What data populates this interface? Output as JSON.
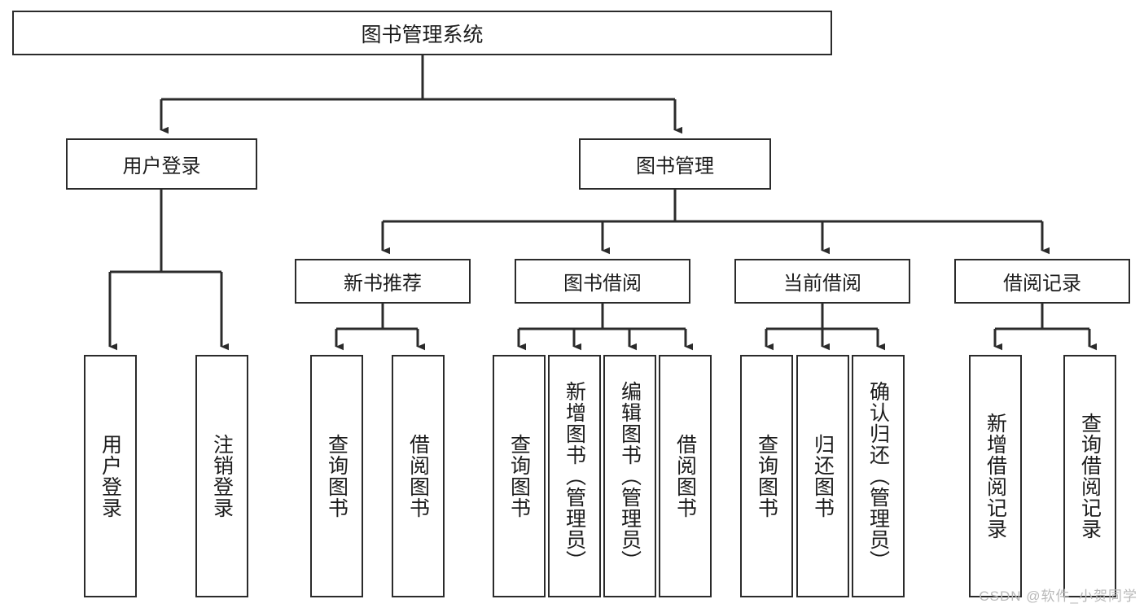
{
  "diagram": {
    "type": "tree-hierarchy-chart",
    "title": "图书管理系统",
    "watermark": "CSDN @软件_小贺同学",
    "colors": {
      "box_border": "#2b2b2b",
      "box_fill": "#ffffff",
      "edge": "#2b2b2b",
      "text": "#1c1c1c",
      "watermark": "#b9b9b9",
      "background": "#ffffff"
    },
    "root": {
      "label": "图书管理系统"
    },
    "level2": [
      {
        "label": "用户登录"
      },
      {
        "label": "图书管理"
      }
    ],
    "level3": [
      {
        "label": "新书推荐"
      },
      {
        "label": "图书借阅"
      },
      {
        "label": "当前借阅"
      },
      {
        "label": "借阅记录"
      }
    ],
    "leaves": {
      "user_login": [
        {
          "label": "用户登录"
        },
        {
          "label": "注销登录"
        }
      ],
      "new_book_recommend": [
        {
          "label": "查询图书"
        },
        {
          "label": "借阅图书"
        }
      ],
      "book_borrow": [
        {
          "label": "查询图书"
        },
        {
          "label": "新增图书（管理员）"
        },
        {
          "label": "编辑图书（管理员）"
        },
        {
          "label": "借阅图书"
        }
      ],
      "current_borrow": [
        {
          "label": "查询图书"
        },
        {
          "label": "归还图书"
        },
        {
          "label": "确认归还（管理员）"
        }
      ],
      "borrow_record": [
        {
          "label": "新增借阅记录"
        },
        {
          "label": "查询借阅记录"
        }
      ]
    }
  }
}
